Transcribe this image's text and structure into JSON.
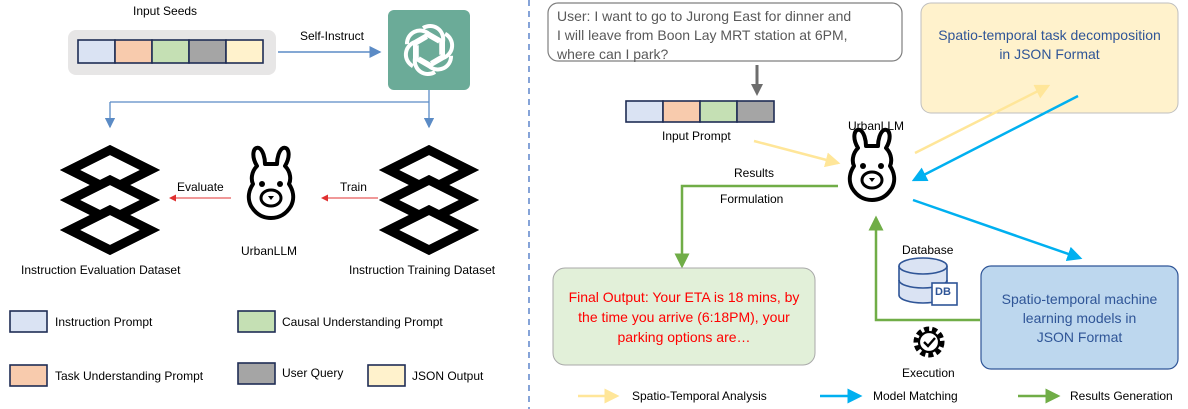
{
  "colors": {
    "instruction_prompt": "#dae3f3",
    "task_understanding_prompt": "#f8cbad",
    "causal_understanding_prompt": "#c5e0b4",
    "user_query": "#a5a5a5",
    "json_output": "#fff2cc",
    "openai_tile": "#6bab98",
    "spatio_temporal_analysis": "#ffe699",
    "model_matching": "#00b0f0",
    "results_generation": "#70ad47",
    "final_output_text": "#ff0000",
    "box_title_text": "#2f5597"
  },
  "left": {
    "input_seeds_label": "Input Seeds",
    "self_instruct_label": "Self-Instruct",
    "evaluate_label": "Evaluate",
    "train_label": "Train",
    "model_label": "UrbanLLM",
    "eval_dataset_label": "Instruction Evaluation Dataset",
    "train_dataset_label": "Instruction Training Dataset",
    "icons": [
      "openai-logo-icon",
      "dataset-stack-icon",
      "llama-icon"
    ]
  },
  "legend": {
    "instruction_prompt": "Instruction Prompt",
    "causal_understanding_prompt": "Causal Understanding Prompt",
    "task_understanding_prompt": "Task Understanding Prompt",
    "user_query": "User Query",
    "json_output": "JSON Output"
  },
  "right": {
    "user_query_text": [
      "User: I want to go to Jurong East for dinner and",
      "I will leave from Boon Lay MRT station at 6PM,",
      "where can I park?"
    ],
    "input_prompt_label": "Input Prompt",
    "model_label": "UrbanLLM",
    "decomposition_text": [
      "Spatio-temporal task decomposition",
      "in JSON Format"
    ],
    "results_label": "Results",
    "formulation_label": "Formulation",
    "final_output_text": [
      "Final Output: Your ETA is 18 mins, by",
      "the time you arrive (6:18PM), your",
      "parking options are…"
    ],
    "database_label": "Database",
    "db_icon_text": "DB",
    "ml_models_text": [
      "Spatio-temporal machine",
      "learning models in",
      "JSON Format"
    ],
    "execution_label": "Execution",
    "icons": [
      "database-icon",
      "gear-check-icon",
      "llama-icon"
    ]
  },
  "bottom_legend": {
    "spatio_temporal_analysis": "Spatio-Temporal Analysis",
    "model_matching": "Model Matching",
    "results_generation": "Results Generation"
  }
}
